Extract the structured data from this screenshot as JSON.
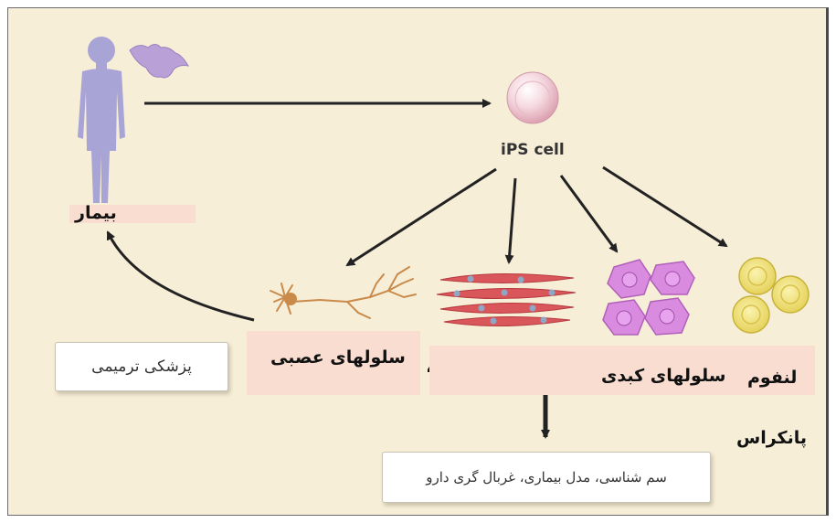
{
  "ips_label": "iPS cell",
  "patient_label": "بیمار",
  "regenerative_label": "پزشکی ترمیمی",
  "neural_label": "سلولهای عصبی",
  "liver_label": "سلولهای کبدی",
  "lymph_label": "لنفوم",
  "pancreas_label": "پانکراس",
  "comma_fragment": "،",
  "applications_label": "سم شناسی، مدل بیماری، غربال گری دارو",
  "colors": {
    "background": "#f7eed8",
    "person": "#a9a4d6",
    "ips_cell": "#f3ccd6",
    "neuron": "#c98a4a",
    "muscle": "#d9565a",
    "liver": "#d98be0",
    "lymph": "#efe078",
    "label_band": "#f9ddd0"
  },
  "icons": [
    "person-icon",
    "fibroblast-icon",
    "ips-cell-icon",
    "neuron-icon",
    "muscle-cells-icon",
    "liver-cells-icon",
    "lymph-cells-icon"
  ]
}
